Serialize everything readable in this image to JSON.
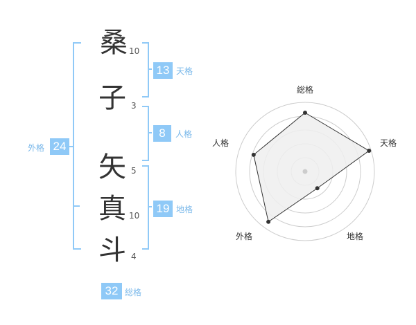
{
  "name": {
    "characters": [
      {
        "char": "桑",
        "strokes": "10"
      },
      {
        "char": "子",
        "strokes": "3"
      },
      {
        "char": "矢",
        "strokes": "5"
      },
      {
        "char": "真",
        "strokes": "10"
      },
      {
        "char": "斗",
        "strokes": "4"
      }
    ]
  },
  "kakusu": {
    "tenkaku": {
      "value": "13",
      "label": "天格"
    },
    "jinkaku": {
      "value": "8",
      "label": "人格"
    },
    "chikaku": {
      "value": "19",
      "label": "地格"
    },
    "gaikaku": {
      "value": "24",
      "label": "外格"
    },
    "soukaku": {
      "value": "32",
      "label": "総格"
    }
  },
  "radar": {
    "axes": [
      "総格",
      "天格",
      "地格",
      "外格",
      "人格"
    ],
    "values": [
      0.85,
      0.97,
      0.3,
      0.9,
      0.78
    ],
    "fill_color": "#eeeeee",
    "line_color": "#333333",
    "ring_color": "#cccccc"
  },
  "colors": {
    "accent": "#8fc9f7",
    "accent_text": "#7ab8ea"
  }
}
